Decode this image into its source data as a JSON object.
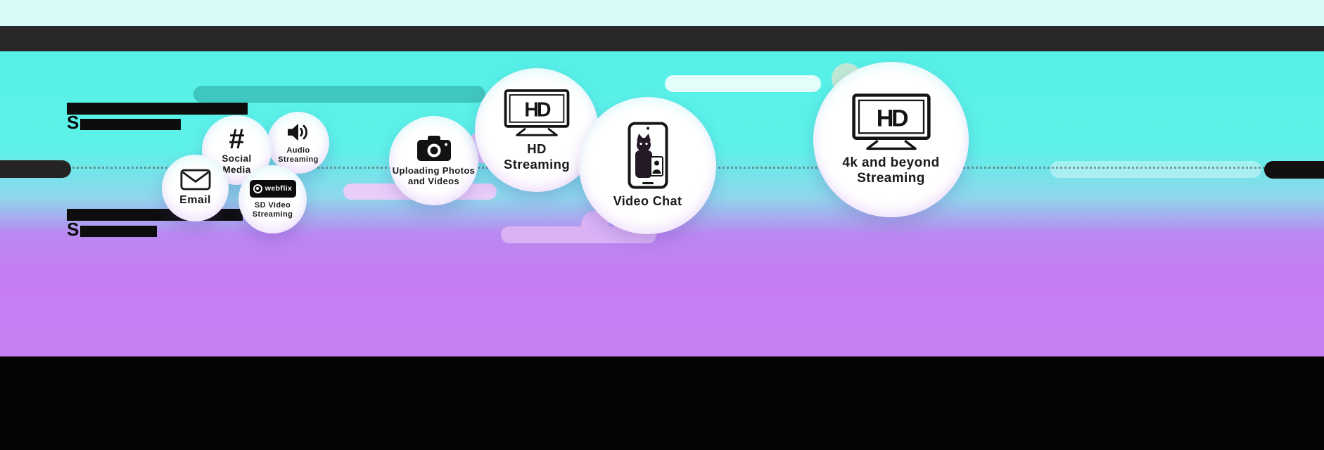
{
  "colors": {
    "cyan": "#5bf2e9",
    "purple": "#c57ef2",
    "header_bar": "#2a2728",
    "footer_bar": "#060506",
    "teal_pill": "#3fc6be",
    "lavender_pill": "#d9b3f4"
  },
  "headings": {
    "top_visible_letter": "S",
    "bottom_visible_letter": "S"
  },
  "icons": {
    "hashtag": "#"
  },
  "bubbles": [
    {
      "label": "Email"
    },
    {
      "label": "Social Media"
    },
    {
      "label": "Audio Streaming"
    },
    {
      "label": "SD Video Streaming",
      "logo_text": "webflix"
    },
    {
      "label": "Uploading Photos and Videos"
    },
    {
      "label": "HD Streaming",
      "screen_text": "HD"
    },
    {
      "label": "Video Chat"
    },
    {
      "label": "4k and beyond Streaming",
      "screen_text": "HD"
    }
  ]
}
